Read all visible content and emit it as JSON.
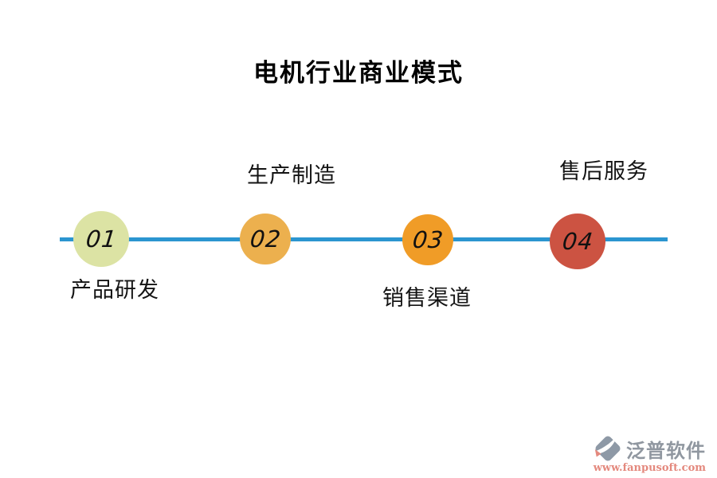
{
  "title": "电机行业商业模式",
  "timeline": {
    "line_color": "#2b95d0",
    "steps": [
      {
        "number": "01",
        "label": "产品研发",
        "label_position": "below",
        "circle_color": "#dce3a4"
      },
      {
        "number": "02",
        "label": "生产制造",
        "label_position": "above",
        "circle_color": "#ecb04e"
      },
      {
        "number": "03",
        "label": "销售渠道",
        "label_position": "below",
        "circle_color": "#f09c27"
      },
      {
        "number": "04",
        "label": "售后服务",
        "label_position": "above",
        "circle_color": "#cc5342"
      }
    ]
  },
  "watermark": {
    "brand": "泛普软件",
    "url": "www.fanpusoft.com",
    "brand_color": "#9097a0",
    "url_color": "#e4897e",
    "logo_color": "#8e99a6",
    "logo_accent_color": "#e4897e"
  }
}
